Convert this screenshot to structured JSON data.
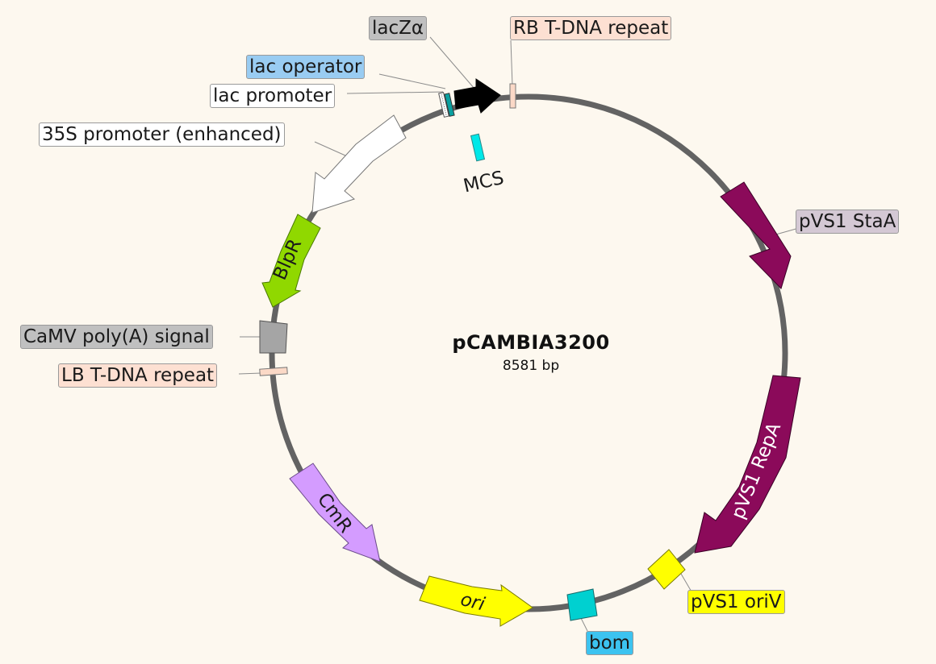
{
  "plasmid": {
    "name": "pCAMBIA3200",
    "size": "8581 bp"
  },
  "labels": {
    "lacZa": "lacZα",
    "rb": "RB T-DNA repeat",
    "lac_operator": "lac operator",
    "lac_promoter": "lac promoter",
    "p35s": "35S promoter (enhanced)",
    "pvs1_staa": "pVS1 StaA",
    "camv": "CaMV poly(A) signal",
    "lb": "LB T-DNA repeat",
    "pvs1_oriv": "pVS1 oriV",
    "bom": "bom"
  },
  "inline_labels": {
    "mcs": "MCS",
    "blpr": "BlpR",
    "cmr": "CmR",
    "ori": "ori",
    "repa": "pVS1 RepA"
  },
  "colors": {
    "background": "#fdf8ef",
    "backbone": "#636363",
    "pvs1": "#8b0a5a",
    "blpr": "#90d800",
    "cmr": "#d49cff",
    "yellow": "#ffff00",
    "cyan": "#00d8d8",
    "mcs": "#00e8e8",
    "grey_box": "#a5a5a5",
    "t_dna": "#fbd9c7",
    "lacz": "#000000",
    "label_blue": "#99ccf2",
    "label_pink": "#fde0d2",
    "label_grey": "#c0c0c0",
    "label_mauve": "#d4c8d4"
  }
}
